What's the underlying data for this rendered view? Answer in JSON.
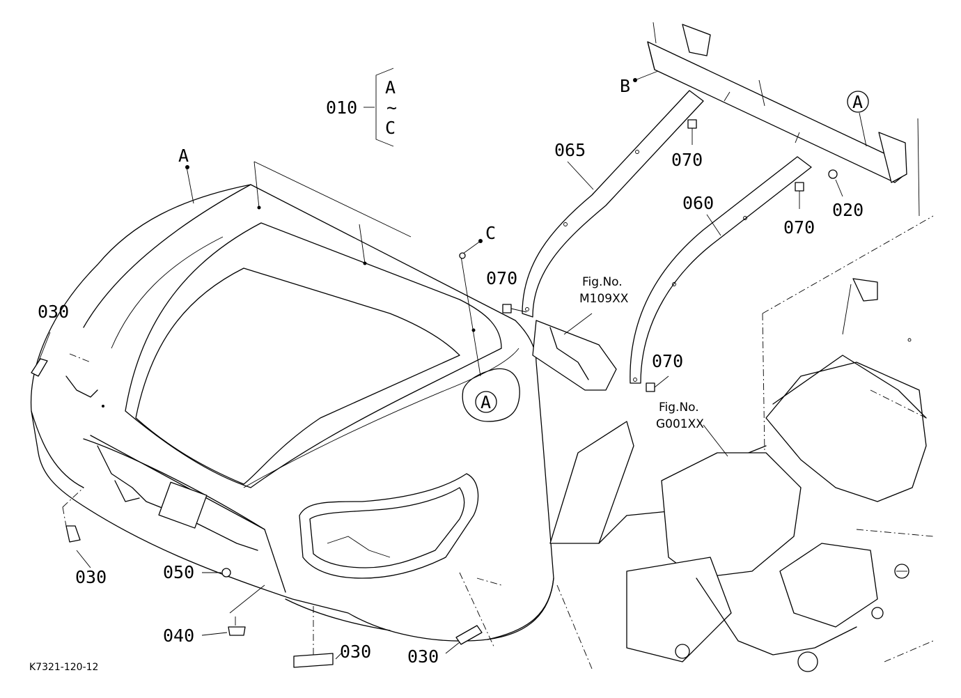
{
  "diagram": {
    "drawing_code": "K7321-120-12",
    "group_label": {
      "part": "010",
      "from": "A",
      "sep": "~",
      "to": "C"
    },
    "ref_points": {
      "a": "A",
      "b": "B",
      "c": "C"
    },
    "callouts": {
      "p020": "020",
      "p030": "030",
      "p040": "040",
      "p050": "050",
      "p060": "060",
      "p065": "065",
      "p070": "070"
    },
    "figure_refs": [
      {
        "line1": "Fig.No.",
        "line2": "M109XX"
      },
      {
        "line1": "Fig.No.",
        "line2": "G001XX"
      }
    ],
    "circle_label": "A"
  }
}
